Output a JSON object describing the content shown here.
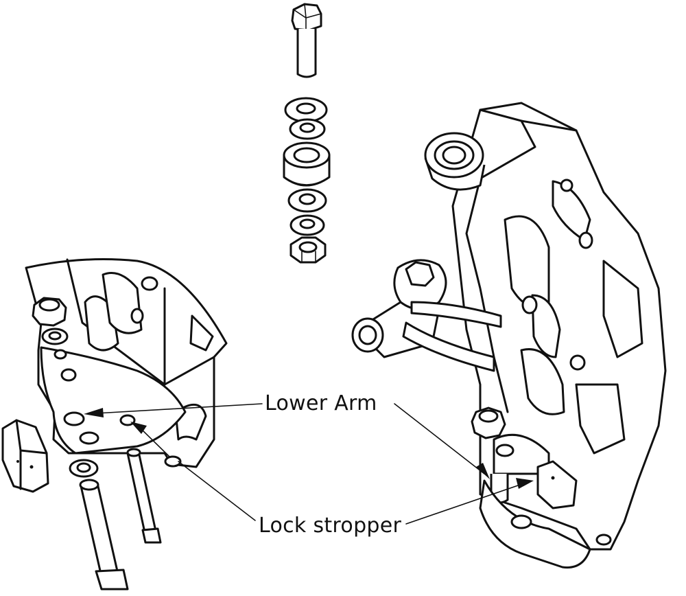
{
  "figure": {
    "type": "exploded assembly drawing",
    "labels": {
      "lower_arm": "Lower Arm",
      "lock_stopper": "Lock stropper"
    },
    "colors": {
      "line": "#111111",
      "background": "#ffffff"
    }
  }
}
